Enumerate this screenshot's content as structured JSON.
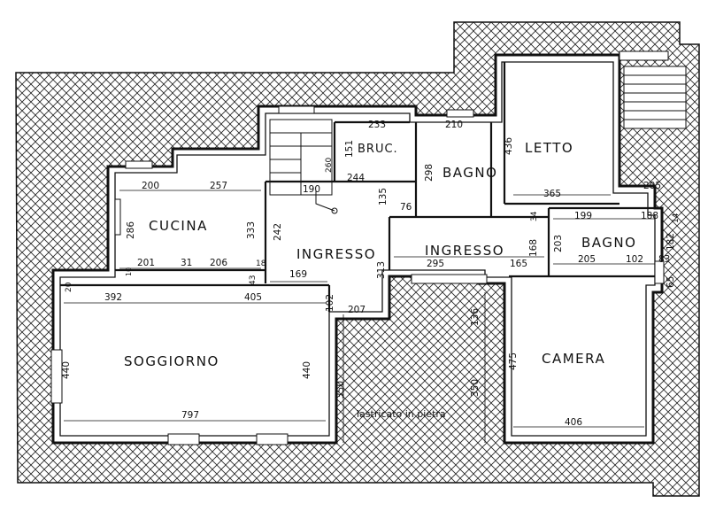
{
  "rooms": {
    "cucina": "CUCINA",
    "soggiorno": "SOGGIORNO",
    "ingresso_1": "INGRESSO",
    "ingresso_2": "INGRESSO",
    "bruc": "BRUC.",
    "bagno_1": "BAGNO",
    "bagno_2": "BAGNO",
    "letto": "LETTO",
    "camera": "CAMERA"
  },
  "note": "lastricato in pietra",
  "dimensions": {
    "d200": "200",
    "d257": "257",
    "d286": "286",
    "d333": "333",
    "d242": "242",
    "d201": "201",
    "d31": "31",
    "d206": "206",
    "d43": "43",
    "d10": "10",
    "d18": "18",
    "d20": "20",
    "d392": "392",
    "d405": "405",
    "d440a": "440",
    "d440b": "440",
    "d797": "797",
    "d350": "350",
    "d102a": "102",
    "d207": "207",
    "d169": "169",
    "d313": "313",
    "d190": "190",
    "d260": "260",
    "d244": "244",
    "d135": "135",
    "d76": "76",
    "d151": "151",
    "d233": "233",
    "d210": "210",
    "d298": "298",
    "d295": "295",
    "d165": "165",
    "d168": "168",
    "d136": "136",
    "d350b": "350",
    "d436": "436",
    "d365": "365",
    "d205a": "205",
    "d34": "34",
    "d199": "199",
    "d188": "188",
    "d14": "14",
    "d203": "203",
    "d182": "182",
    "d205b": "205",
    "d102b": "102",
    "d83": "83",
    "d65": "65",
    "d475": "475",
    "d406": "406"
  }
}
